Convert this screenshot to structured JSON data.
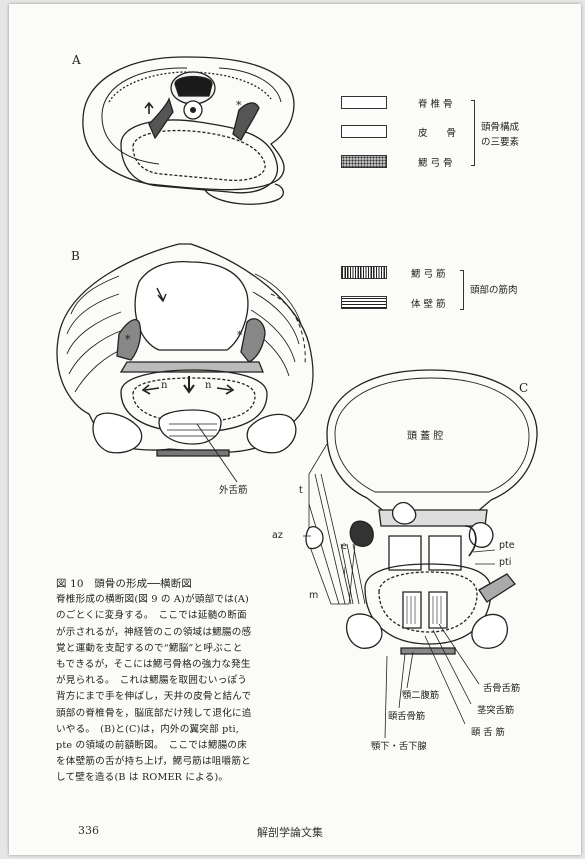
{
  "panels": {
    "a": "A",
    "b": "B",
    "c": "C"
  },
  "legend_skeleton": {
    "items": [
      "脊 椎 骨",
      "皮　　骨",
      "鰓 弓 骨"
    ],
    "group_label": [
      "頭骨構成",
      "の三要素"
    ]
  },
  "legend_muscle": {
    "items": [
      "鰓 弓 筋",
      "体 壁 筋"
    ],
    "group_label": "頭部の筋肉"
  },
  "figure_b_labels": {
    "n_left": "n",
    "n_right": "n",
    "star_left": "*",
    "star_right": "*",
    "external_tongue": "外舌筋"
  },
  "figure_a_labels": {
    "star": "*"
  },
  "figure_c_labels": {
    "cranial_cavity": "頭 蓋 腔",
    "t": "t",
    "az": "az",
    "e": "e",
    "i": "i",
    "m": "m",
    "pte": "pte",
    "pti": "pti",
    "hyoglossus": "舌骨舌筋",
    "styloglossus": "茎突舌筋",
    "genioglossus": "頤 舌 筋",
    "digastric": "顎二腹筋",
    "geniohyoid": "頤舌骨筋",
    "submandibular": "顎下・舌下腺"
  },
  "caption": {
    "title": "図 10　頭骨の形成──横断図",
    "lines": [
      "脊椎形成の横断図(図 9 の A)が頭部では(A)",
      "のごとくに変身する。　ここでは延髄の断面",
      "が示されるが，神経管のこの領域は鰓腸の感",
      "覚と運動を支配するので“鰓脳”と呼ぶこと",
      "もできるが，そこには鰓弓骨格の強力な発生",
      "が見られる。　これは鰓腸を取囲むいっぽう",
      "背方にまで手を伸ばし，天井の皮骨と結んで",
      "頭部の脊椎骨を，脳底部だけ残して退化に追",
      "いやる。　(B)と(C)は，内外の翼突部 pti,",
      "pte の領域の前額断図。　ここでは鰓腸の床",
      "を体壁筋の舌が持ち上げ，鰓弓筋は咀嚼筋と",
      "して壁を造る(B は ROMER による)。"
    ]
  },
  "footer": {
    "page_number": "336",
    "book_title": "解剖学論文集"
  }
}
